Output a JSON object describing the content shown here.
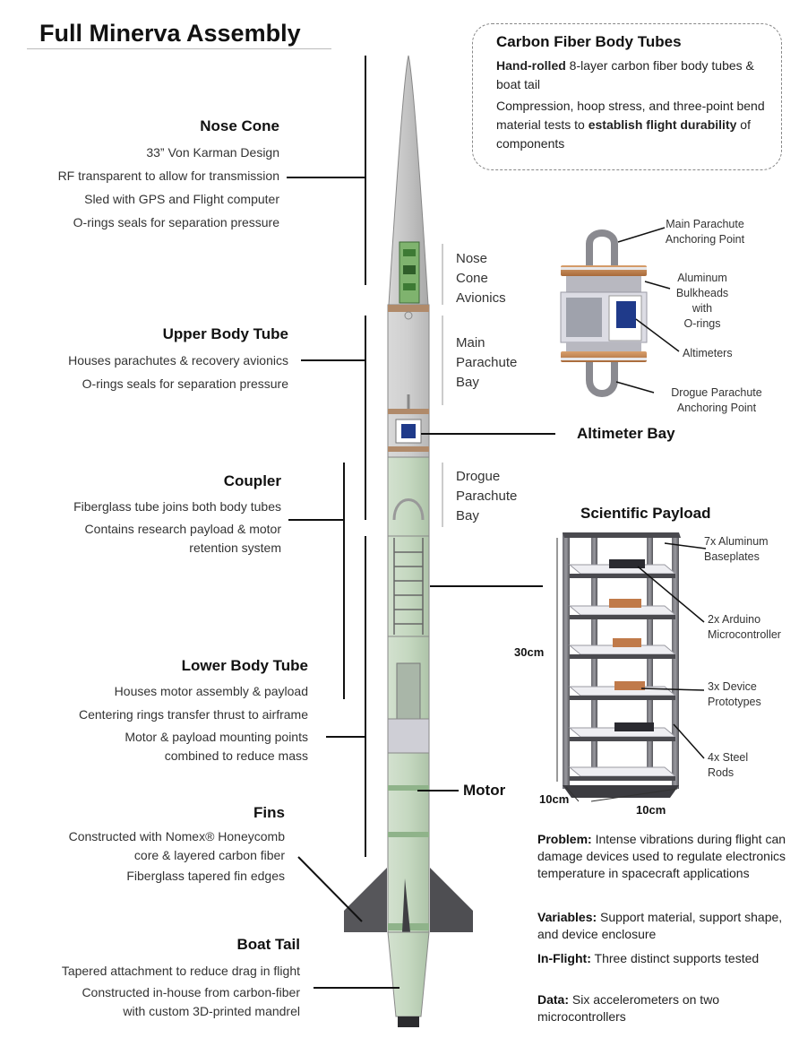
{
  "title": "Full Minerva Assembly",
  "carbon_box": {
    "title": "Carbon Fiber Body Tubes",
    "p1_bold": "Hand-rolled",
    "p1_rest": " 8-layer carbon fiber body tubes & boat tail",
    "p2_pre": "Compression, hoop stress, and three-point bend material tests to ",
    "p2_bold": "establish flight durability",
    "p2_post": " of components"
  },
  "sections": {
    "nose_cone": {
      "head": "Nose Cone",
      "lines": [
        "33” Von Karman Design",
        "RF transparent to allow for transmission",
        "Sled with GPS and Flight computer",
        "O-rings seals for separation pressure"
      ]
    },
    "upper_body": {
      "head": "Upper Body Tube",
      "lines": [
        "Houses parachutes & recovery avionics",
        "O-rings seals for separation pressure"
      ]
    },
    "coupler": {
      "head": "Coupler",
      "lines": [
        "Fiberglass tube joins both body tubes",
        "Contains research payload & motor",
        "retention system"
      ]
    },
    "lower_body": {
      "head": "Lower Body Tube",
      "lines": [
        "Houses motor assembly & payload",
        "Centering rings transfer thrust to airframe",
        "Motor & payload mounting points",
        "combined to reduce mass"
      ]
    },
    "fins": {
      "head": "Fins",
      "lines": [
        "Constructed with Nomex® Honeycomb",
        "core & layered carbon fiber",
        "Fiberglass tapered fin edges"
      ]
    },
    "boat_tail": {
      "head": "Boat Tail",
      "lines": [
        "Tapered attachment to reduce drag in flight",
        "Constructed in-house from carbon-fiber",
        "with custom 3D-printed mandrel"
      ]
    }
  },
  "rocket_labels": {
    "nose_avionics": [
      "Nose",
      "Cone",
      "Avionics"
    ],
    "main_bay": [
      "Main",
      "Parachute",
      "Bay"
    ],
    "drogue_bay": [
      "Drogue",
      "Parachute",
      "Bay"
    ],
    "altimeter_bay": "Altimeter Bay",
    "motor": "Motor"
  },
  "altimeter_detail": {
    "main_anchor": [
      "Main Parachute",
      "Anchoring Point"
    ],
    "bulkheads": [
      "Aluminum",
      "Bulkheads with",
      "O-rings"
    ],
    "altimeters": "Altimeters",
    "drogue_anchor": [
      "Drogue Parachute",
      "Anchoring Point"
    ]
  },
  "payload": {
    "title": "Scientific Payload",
    "baseplates": [
      "7x Aluminum",
      "Baseplates"
    ],
    "arduino": [
      "2x Arduino",
      "Microcontroller"
    ],
    "prototypes": [
      "3x Device",
      "Prototypes"
    ],
    "rods": [
      "4x Steel",
      "Rods"
    ],
    "height": "30cm",
    "depth": "10cm",
    "width": "10cm"
  },
  "experiment": {
    "problem_label": "Problem:",
    "problem_text": " Intense vibrations during flight can damage devices used to regulate electronics temperature in spacecraft applications",
    "variables_label": "Variables:",
    "variables_text": " Support material, support shape, and device enclosure",
    "inflight_label": "In-Flight:",
    "inflight_text": " Three distinct supports tested",
    "data_label": "Data:",
    "data_text": " Six accelerometers on two microcontrollers"
  },
  "colors": {
    "airframe": "#c8c8c8",
    "coupler_green": "#c9dcc4",
    "fin": "#5a5a5e",
    "payload_frame": "#4a4a4f",
    "bulkhead_copper": "#c0834f"
  }
}
